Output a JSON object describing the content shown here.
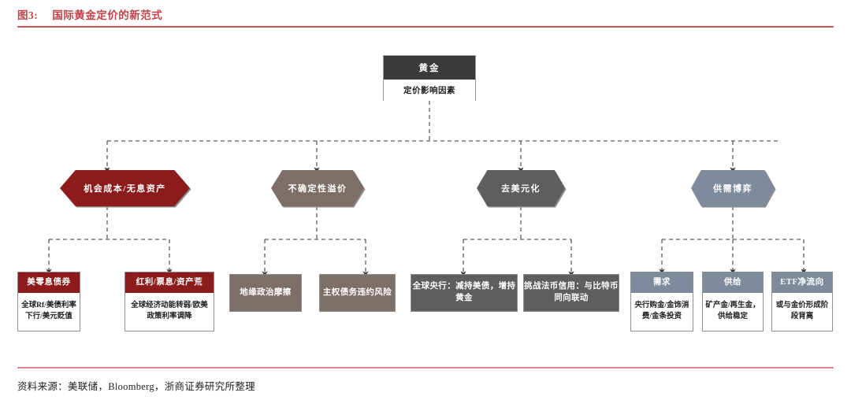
{
  "header": {
    "figure_number": "图3:",
    "title": "国际黄金定价的新范式"
  },
  "footer": {
    "source": "资料来源：美联储，Bloomberg，浙商证券研究所整理"
  },
  "colors": {
    "title_red": "#C0444A",
    "dark_header": "#3A3A3A",
    "crimson": "#8C1C1C",
    "taupe": "#7E6E68",
    "gray": "#5E5E5E",
    "slate": "#7D8B9C",
    "wire": "#5a5a5a"
  },
  "root": {
    "header": "黄金",
    "body": "定价影响因素"
  },
  "branches": [
    {
      "id": "opportunity-cost",
      "label": "机会成本/无息资产",
      "color": "#8C1C1C",
      "children": [
        {
          "header": "美零息债券",
          "body": "全球Rf/美债利率下行/美元贬值",
          "color": "#8C1C1C",
          "split": true
        },
        {
          "header": "红利/票息/资产荒",
          "body": "全球经济动能转弱/欧美政策利率调降",
          "color": "#8C1C1C",
          "split": true
        }
      ]
    },
    {
      "id": "uncertainty-premium",
      "label": "不确定性溢价",
      "color": "#7E6E68",
      "children": [
        {
          "header": "地缘政治摩擦",
          "color": "#7E6E68",
          "split": false
        },
        {
          "header": "主权债务违约风险",
          "color": "#7E6E68",
          "split": false
        }
      ]
    },
    {
      "id": "de-dollarization",
      "label": "去美元化",
      "color": "#5E5E5E",
      "children": [
        {
          "header": "全球央行：减持美债，增持黄金",
          "color": "#5E5E5E",
          "split": false
        },
        {
          "header": "挑战法币信用：与比特币同向联动",
          "color": "#5E5E5E",
          "split": false
        }
      ]
    },
    {
      "id": "supply-demand",
      "label": "供需博弈",
      "color": "#7D8B9C",
      "children": [
        {
          "header": "需求",
          "body": "央行购金/金饰消费/金条投资",
          "color": "#7D8B9C",
          "split": true
        },
        {
          "header": "供给",
          "body": "矿产金/再生金，供给稳定",
          "color": "#7D8B9C",
          "split": true
        },
        {
          "header": "ETF净流向",
          "body": "或与金价形成阶段背离",
          "color": "#7D8B9C",
          "split": true
        }
      ]
    }
  ]
}
